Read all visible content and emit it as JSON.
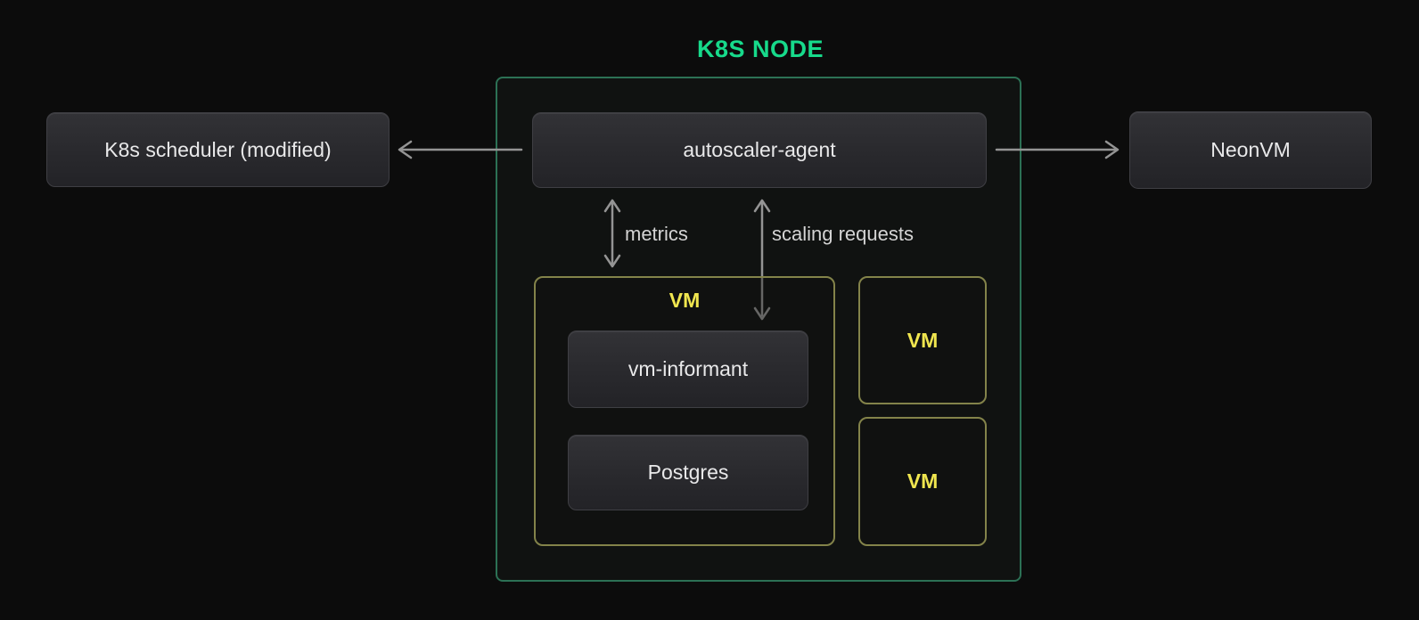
{
  "diagram": {
    "title": "K8S NODE",
    "nodes": [
      {
        "id": "k8s-scheduler",
        "label": "K8s scheduler (modified)"
      },
      {
        "id": "autoscaler-agent",
        "label": "autoscaler-agent"
      },
      {
        "id": "neonvm",
        "label": "NeonVM"
      },
      {
        "id": "vm-main",
        "label": "VM"
      },
      {
        "id": "vm-informant",
        "label": "vm-informant"
      },
      {
        "id": "postgres",
        "label": "Postgres"
      },
      {
        "id": "vm-small-1",
        "label": "VM"
      },
      {
        "id": "vm-small-2",
        "label": "VM"
      }
    ],
    "edges": [
      {
        "from": "autoscaler-agent",
        "to": "k8s-scheduler",
        "label": "",
        "direction": "left"
      },
      {
        "from": "autoscaler-agent",
        "to": "neonvm",
        "label": "",
        "direction": "right"
      },
      {
        "from": "autoscaler-agent",
        "to": "vm-main",
        "label": "metrics",
        "direction": "bidirectional"
      },
      {
        "from": "autoscaler-agent",
        "to": "vm-informant",
        "label": "scaling requests",
        "direction": "bidirectional"
      }
    ],
    "colors": {
      "background": "#0c0c0c",
      "accent_green": "#17da8b",
      "container_border_green": "#2c7155",
      "vm_border_yellow": "#83834a",
      "vm_label_yellow": "#f0e64f",
      "node_fill": "#2a2a2e",
      "node_border": "#3f3f44",
      "node_text": "#e9e9ea",
      "arrow_gray": "#949494",
      "edge_label_text": "#d4d4d4"
    }
  }
}
